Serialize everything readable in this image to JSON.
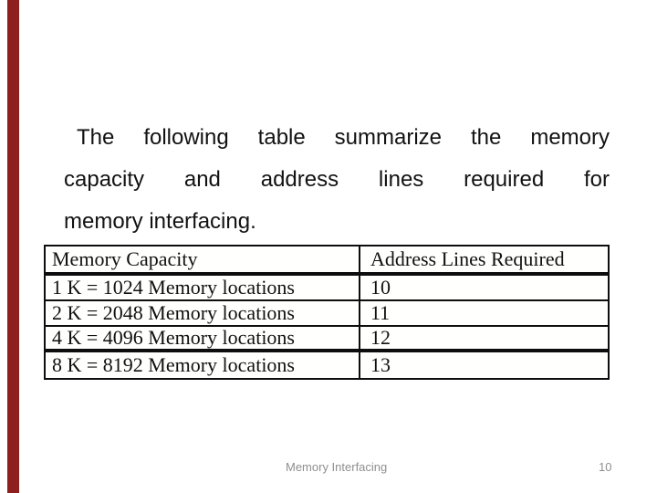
{
  "colors": {
    "accent_bar": "#8e1f1f",
    "table_border": "#0d0d0d",
    "body_text": "#121212",
    "footer_text": "#8f8f8f",
    "background": "#ffffff"
  },
  "paragraph": {
    "lines": [
      "The following table summarize the memory",
      "capacity and address lines required for",
      "memory interfacing."
    ]
  },
  "table": {
    "headers": [
      "Memory Capacity",
      "Address Lines Required"
    ],
    "rows": [
      {
        "capacity": "1 K = 1024 Memory locations",
        "address_lines": "10"
      },
      {
        "capacity": "2 K = 2048 Memory locations",
        "address_lines": "11"
      },
      {
        "capacity": "4 K = 4096 Memory locations",
        "address_lines": "12"
      },
      {
        "capacity": "8 K = 8192 Memory locations",
        "address_lines": "13"
      }
    ]
  },
  "footer": {
    "title": "Memory Interfacing",
    "page_number": "10"
  }
}
